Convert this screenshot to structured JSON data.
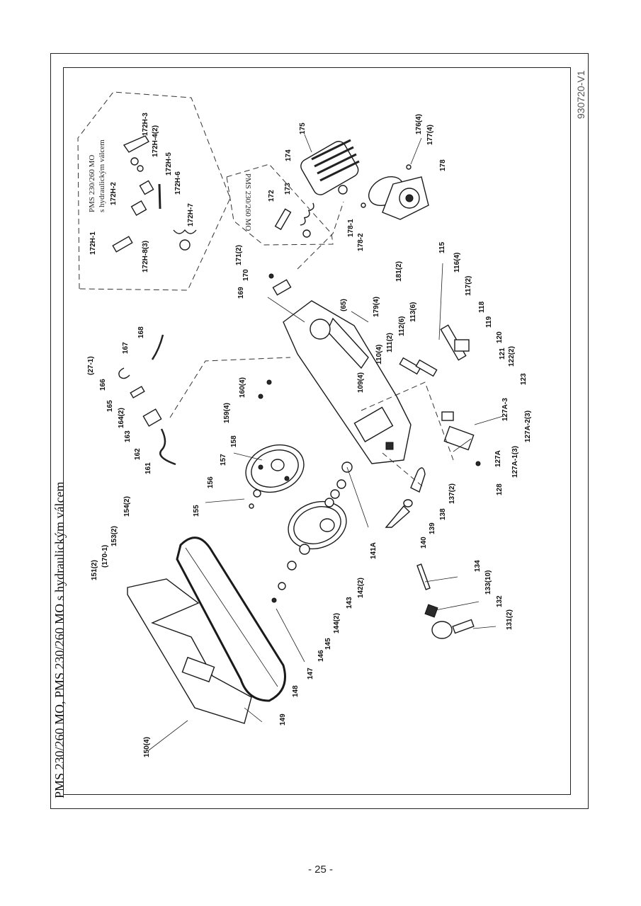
{
  "title": "PMS 230/260 MO, PMS 230/260 MO s hydraulickým válcem",
  "drawing_code": "930720-V1",
  "page_number": "- 25 -",
  "inset_hydraulic": {
    "label_line1": "PMS 230/260 MO",
    "label_line2": "s hydraulickým válcem",
    "parts": [
      "172H-1",
      "172H-2",
      "172H-3",
      "172H-4(2)",
      "172H-5",
      "172H-6",
      "172H-7",
      "172H-8(3)"
    ]
  },
  "inset_small": {
    "label": "PMS 230/260 MO",
    "parts": [
      "172",
      "173"
    ]
  },
  "callouts": [
    {
      "id": "c175",
      "text": "175"
    },
    {
      "id": "c174",
      "text": "174"
    },
    {
      "id": "c176",
      "text": "176(4)"
    },
    {
      "id": "c177",
      "text": "177(4)"
    },
    {
      "id": "c178",
      "text": "178"
    },
    {
      "id": "c178-1",
      "text": "178-1"
    },
    {
      "id": "c178-2",
      "text": "178-2"
    },
    {
      "id": "c171",
      "text": "171(2)"
    },
    {
      "id": "c170",
      "text": "170"
    },
    {
      "id": "c169",
      "text": "169"
    },
    {
      "id": "c181",
      "text": "181(2)"
    },
    {
      "id": "c65",
      "text": "(65)"
    },
    {
      "id": "c179",
      "text": "179(4)"
    },
    {
      "id": "c115",
      "text": "115"
    },
    {
      "id": "c116",
      "text": "116(4)"
    },
    {
      "id": "c117",
      "text": "117(2)"
    },
    {
      "id": "c118",
      "text": "118"
    },
    {
      "id": "c119",
      "text": "119"
    },
    {
      "id": "c120",
      "text": "120"
    },
    {
      "id": "c121",
      "text": "121"
    },
    {
      "id": "c122",
      "text": "122(2)"
    },
    {
      "id": "c123",
      "text": "123"
    },
    {
      "id": "c113",
      "text": "113(6)"
    },
    {
      "id": "c112",
      "text": "112(6)"
    },
    {
      "id": "c111",
      "text": "111(2)"
    },
    {
      "id": "c110",
      "text": "110(4)"
    },
    {
      "id": "c109",
      "text": "109(4)"
    },
    {
      "id": "c168",
      "text": "168"
    },
    {
      "id": "c167",
      "text": "167"
    },
    {
      "id": "c27-1",
      "text": "(27-1)"
    },
    {
      "id": "c166",
      "text": "166"
    },
    {
      "id": "c165",
      "text": "165"
    },
    {
      "id": "c164",
      "text": "164(2)"
    },
    {
      "id": "c163",
      "text": "163"
    },
    {
      "id": "c162",
      "text": "162"
    },
    {
      "id": "c161",
      "text": "161"
    },
    {
      "id": "c160",
      "text": "160(4)"
    },
    {
      "id": "c159",
      "text": "159(4)"
    },
    {
      "id": "c158",
      "text": "158"
    },
    {
      "id": "c157",
      "text": "157"
    },
    {
      "id": "c156",
      "text": "156"
    },
    {
      "id": "c155",
      "text": "155"
    },
    {
      "id": "c127A-3",
      "text": "127A-3"
    },
    {
      "id": "c127A-2",
      "text": "127A-2(3)"
    },
    {
      "id": "c127A",
      "text": "127A"
    },
    {
      "id": "c127A-1",
      "text": "127A-1(3)"
    },
    {
      "id": "c128",
      "text": "128"
    },
    {
      "id": "c137",
      "text": "137(2)"
    },
    {
      "id": "c138",
      "text": "138"
    },
    {
      "id": "c139",
      "text": "139"
    },
    {
      "id": "c140",
      "text": "140"
    },
    {
      "id": "c141A",
      "text": "141A"
    },
    {
      "id": "c142",
      "text": "142(2)"
    },
    {
      "id": "c143",
      "text": "143"
    },
    {
      "id": "c144",
      "text": "144(2)"
    },
    {
      "id": "c145",
      "text": "145"
    },
    {
      "id": "c146",
      "text": "146"
    },
    {
      "id": "c147",
      "text": "147"
    },
    {
      "id": "c148",
      "text": "148"
    },
    {
      "id": "c149",
      "text": "149"
    },
    {
      "id": "c150",
      "text": "150(4)"
    },
    {
      "id": "c151",
      "text": "151(2)"
    },
    {
      "id": "c170-1",
      "text": "(170-1)"
    },
    {
      "id": "c153",
      "text": "153(2)"
    },
    {
      "id": "c154",
      "text": "154(2)"
    },
    {
      "id": "c134",
      "text": "134"
    },
    {
      "id": "c133",
      "text": "133(10)"
    },
    {
      "id": "c132",
      "text": "132"
    },
    {
      "id": "c131",
      "text": "131(2)"
    }
  ]
}
